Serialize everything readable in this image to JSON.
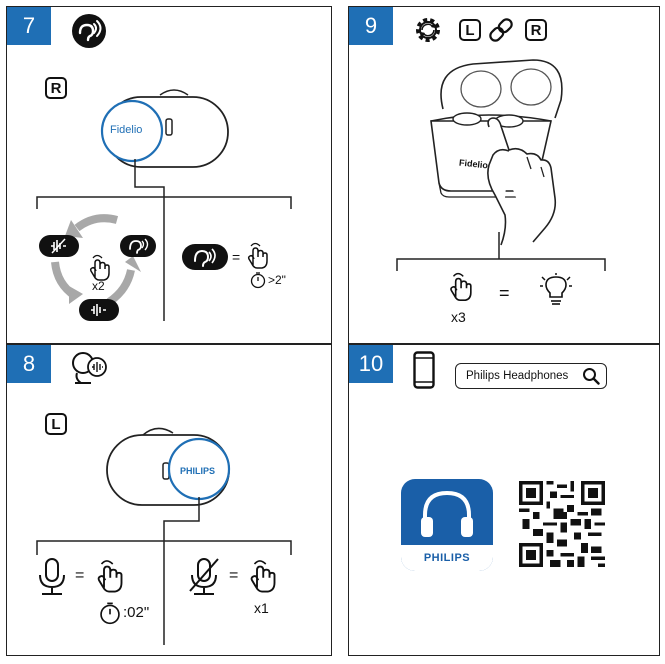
{
  "steps": [
    {
      "number": "7"
    },
    {
      "number": "8"
    },
    {
      "number": "9"
    },
    {
      "number": "10"
    }
  ],
  "step7": {
    "side_key": "R",
    "earbud_brand": "Fidelio",
    "multiplier": "x2",
    "equals": "=",
    "duration": ">2\""
  },
  "step8": {
    "side_key": "L",
    "earbud_brand": "PHILIPS",
    "equals_left": "=",
    "duration": ":02\"",
    "equals_right": "=",
    "multiplier": "x1"
  },
  "step9": {
    "key_left": "L",
    "key_right": "R",
    "case_brand": "Fidelio",
    "multiplier": "x3",
    "equals": "="
  },
  "step10": {
    "search_text": "Philips Headphones",
    "app_brand": "PHILIPS"
  },
  "colors": {
    "accent_blue": "#1f6fb5",
    "app_blue": "#1a5fa8",
    "arrow_gray": "#a8a8a8"
  },
  "icons": [
    "ambient-sound-icon",
    "settings-gear-icon",
    "link-icon",
    "voice-assistant-icon",
    "smartphone-icon",
    "search-icon",
    "tap-icon",
    "timer-icon",
    "lightbulb-icon",
    "microphone-icon",
    "microphone-muted-icon",
    "headphones-icon",
    "qr-code"
  ]
}
